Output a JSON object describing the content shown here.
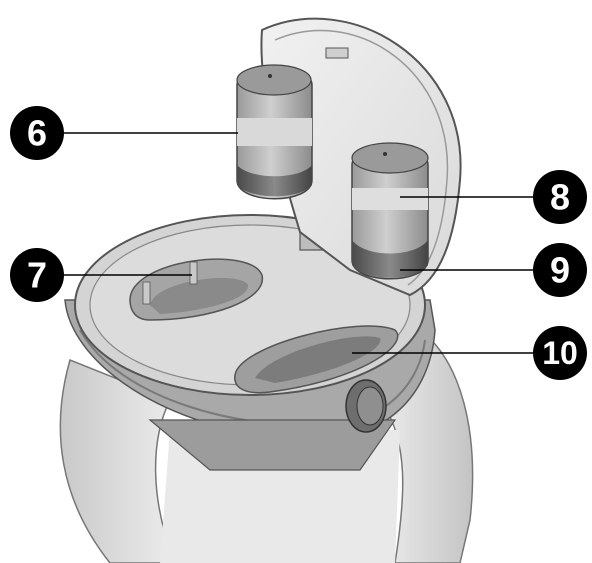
{
  "callouts": [
    {
      "id": "callout-6",
      "label": "6"
    },
    {
      "id": "callout-7",
      "label": "7"
    },
    {
      "id": "callout-8",
      "label": "8"
    },
    {
      "id": "callout-9",
      "label": "9"
    },
    {
      "id": "callout-10",
      "label": "10"
    }
  ],
  "colors": {
    "strap": "#cfcfcf",
    "case_body": "#b5b5b5",
    "tray": "#d6d6d6",
    "lid": "#e6e6e6",
    "earbud_light": "#c4c4c4",
    "earbud_dark": "#6a6a6a",
    "outline": "#555555",
    "callout": "#000000"
  }
}
